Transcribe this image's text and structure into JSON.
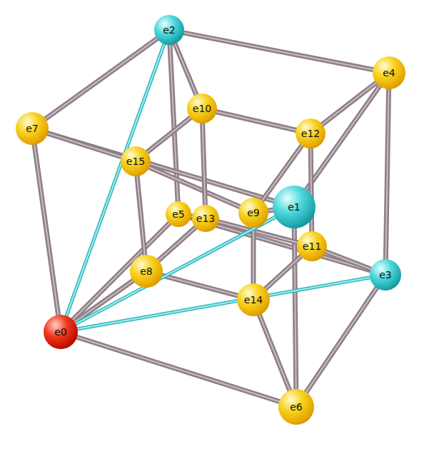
{
  "diagram": {
    "nodes": [
      {
        "text": [
          "e2"
        ]
      },
      {
        "text": [
          "e4"
        ]
      },
      {
        "text": [
          "e7"
        ]
      },
      {
        "text": [
          "e10"
        ]
      },
      {
        "text": [
          "e12"
        ]
      },
      {
        "text": [
          "e15"
        ]
      },
      {
        "text": [
          "e5"
        ]
      },
      {
        "text": [
          "e13"
        ]
      },
      {
        "text": [
          "e9"
        ]
      },
      {
        "text": [
          "e1"
        ]
      },
      {
        "text": [
          "e11"
        ]
      },
      {
        "text": [
          "e3"
        ]
      },
      {
        "text": [
          "e8"
        ]
      },
      {
        "text": [
          "e14"
        ]
      },
      {
        "text": [
          "e0"
        ]
      },
      {
        "text": [
          "e6"
        ]
      }
    ],
    "edges": [
      {
        "from": 0,
        "to": 1,
        "arrow": "none"
      },
      {
        "from": 1,
        "to": 11,
        "arrow": "none"
      },
      {
        "from": 11,
        "to": 6,
        "arrow": "none"
      },
      {
        "from": 6,
        "to": 0,
        "arrow": "none"
      },
      {
        "from": 2,
        "to": 9,
        "arrow": "none"
      },
      {
        "from": 9,
        "to": 15,
        "arrow": "none"
      },
      {
        "from": 15,
        "to": 14,
        "arrow": "none"
      },
      {
        "from": 14,
        "to": 2,
        "arrow": "none"
      },
      {
        "from": 0,
        "to": 2,
        "arrow": "none"
      },
      {
        "from": 1,
        "to": 9,
        "arrow": "none"
      },
      {
        "from": 11,
        "to": 15,
        "arrow": "none"
      },
      {
        "from": 6,
        "to": 14,
        "arrow": "none"
      },
      {
        "from": 3,
        "to": 4,
        "arrow": "none"
      },
      {
        "from": 4,
        "to": 8,
        "arrow": "none"
      },
      {
        "from": 8,
        "to": 5,
        "arrow": "none"
      },
      {
        "from": 5,
        "to": 3,
        "arrow": "none"
      },
      {
        "from": 7,
        "to": 10,
        "arrow": "none"
      },
      {
        "from": 10,
        "to": 13,
        "arrow": "none"
      },
      {
        "from": 13,
        "to": 12,
        "arrow": "none"
      },
      {
        "from": 12,
        "to": 7,
        "arrow": "none"
      },
      {
        "from": 3,
        "to": 7,
        "arrow": "none"
      },
      {
        "from": 4,
        "to": 10,
        "arrow": "none"
      },
      {
        "from": 5,
        "to": 12,
        "arrow": "none"
      },
      {
        "from": 8,
        "to": 13,
        "arrow": "none"
      },
      {
        "from": 0,
        "to": 3,
        "arrow": "none"
      },
      {
        "from": 1,
        "to": 4,
        "arrow": "none"
      },
      {
        "from": 2,
        "to": 5,
        "arrow": "none"
      },
      {
        "from": 9,
        "to": 8,
        "arrow": "none"
      },
      {
        "from": 6,
        "to": 7,
        "arrow": "none"
      },
      {
        "from": 11,
        "to": 10,
        "arrow": "none"
      },
      {
        "from": 14,
        "to": 12,
        "arrow": "none"
      },
      {
        "from": 15,
        "to": 13,
        "arrow": "none"
      },
      {
        "from": 14,
        "to": 0,
        "arrow": "none"
      },
      {
        "from": 14,
        "to": 9,
        "arrow": "none"
      },
      {
        "from": 14,
        "to": 11,
        "arrow": "none"
      }
    ]
  }
}
